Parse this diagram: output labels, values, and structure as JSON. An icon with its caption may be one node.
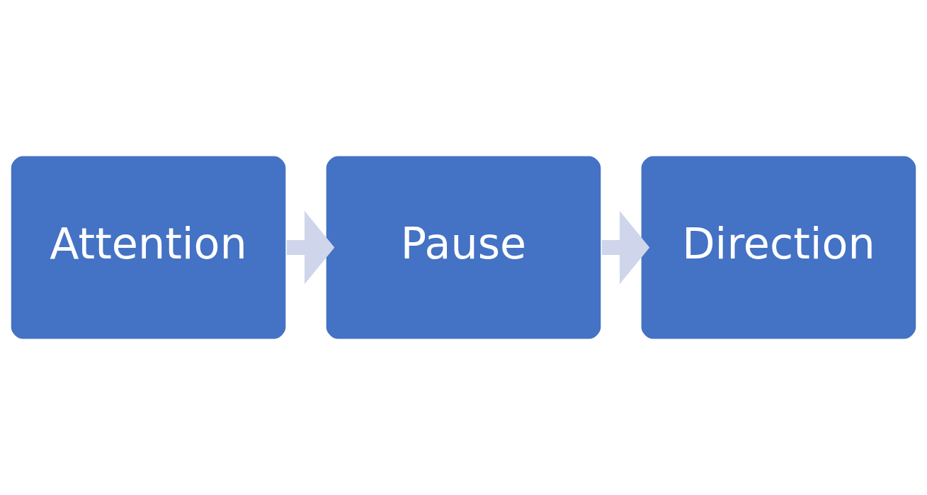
{
  "diagram": {
    "nodes": [
      {
        "text": [
          "Attention"
        ]
      },
      {
        "text": [
          "Pause"
        ]
      },
      {
        "text": [
          "Direction"
        ]
      }
    ],
    "edges": [
      {
        "from": 0,
        "to": 1,
        "arrow": "to"
      },
      {
        "from": 1,
        "to": 2,
        "arrow": "to"
      }
    ]
  }
}
